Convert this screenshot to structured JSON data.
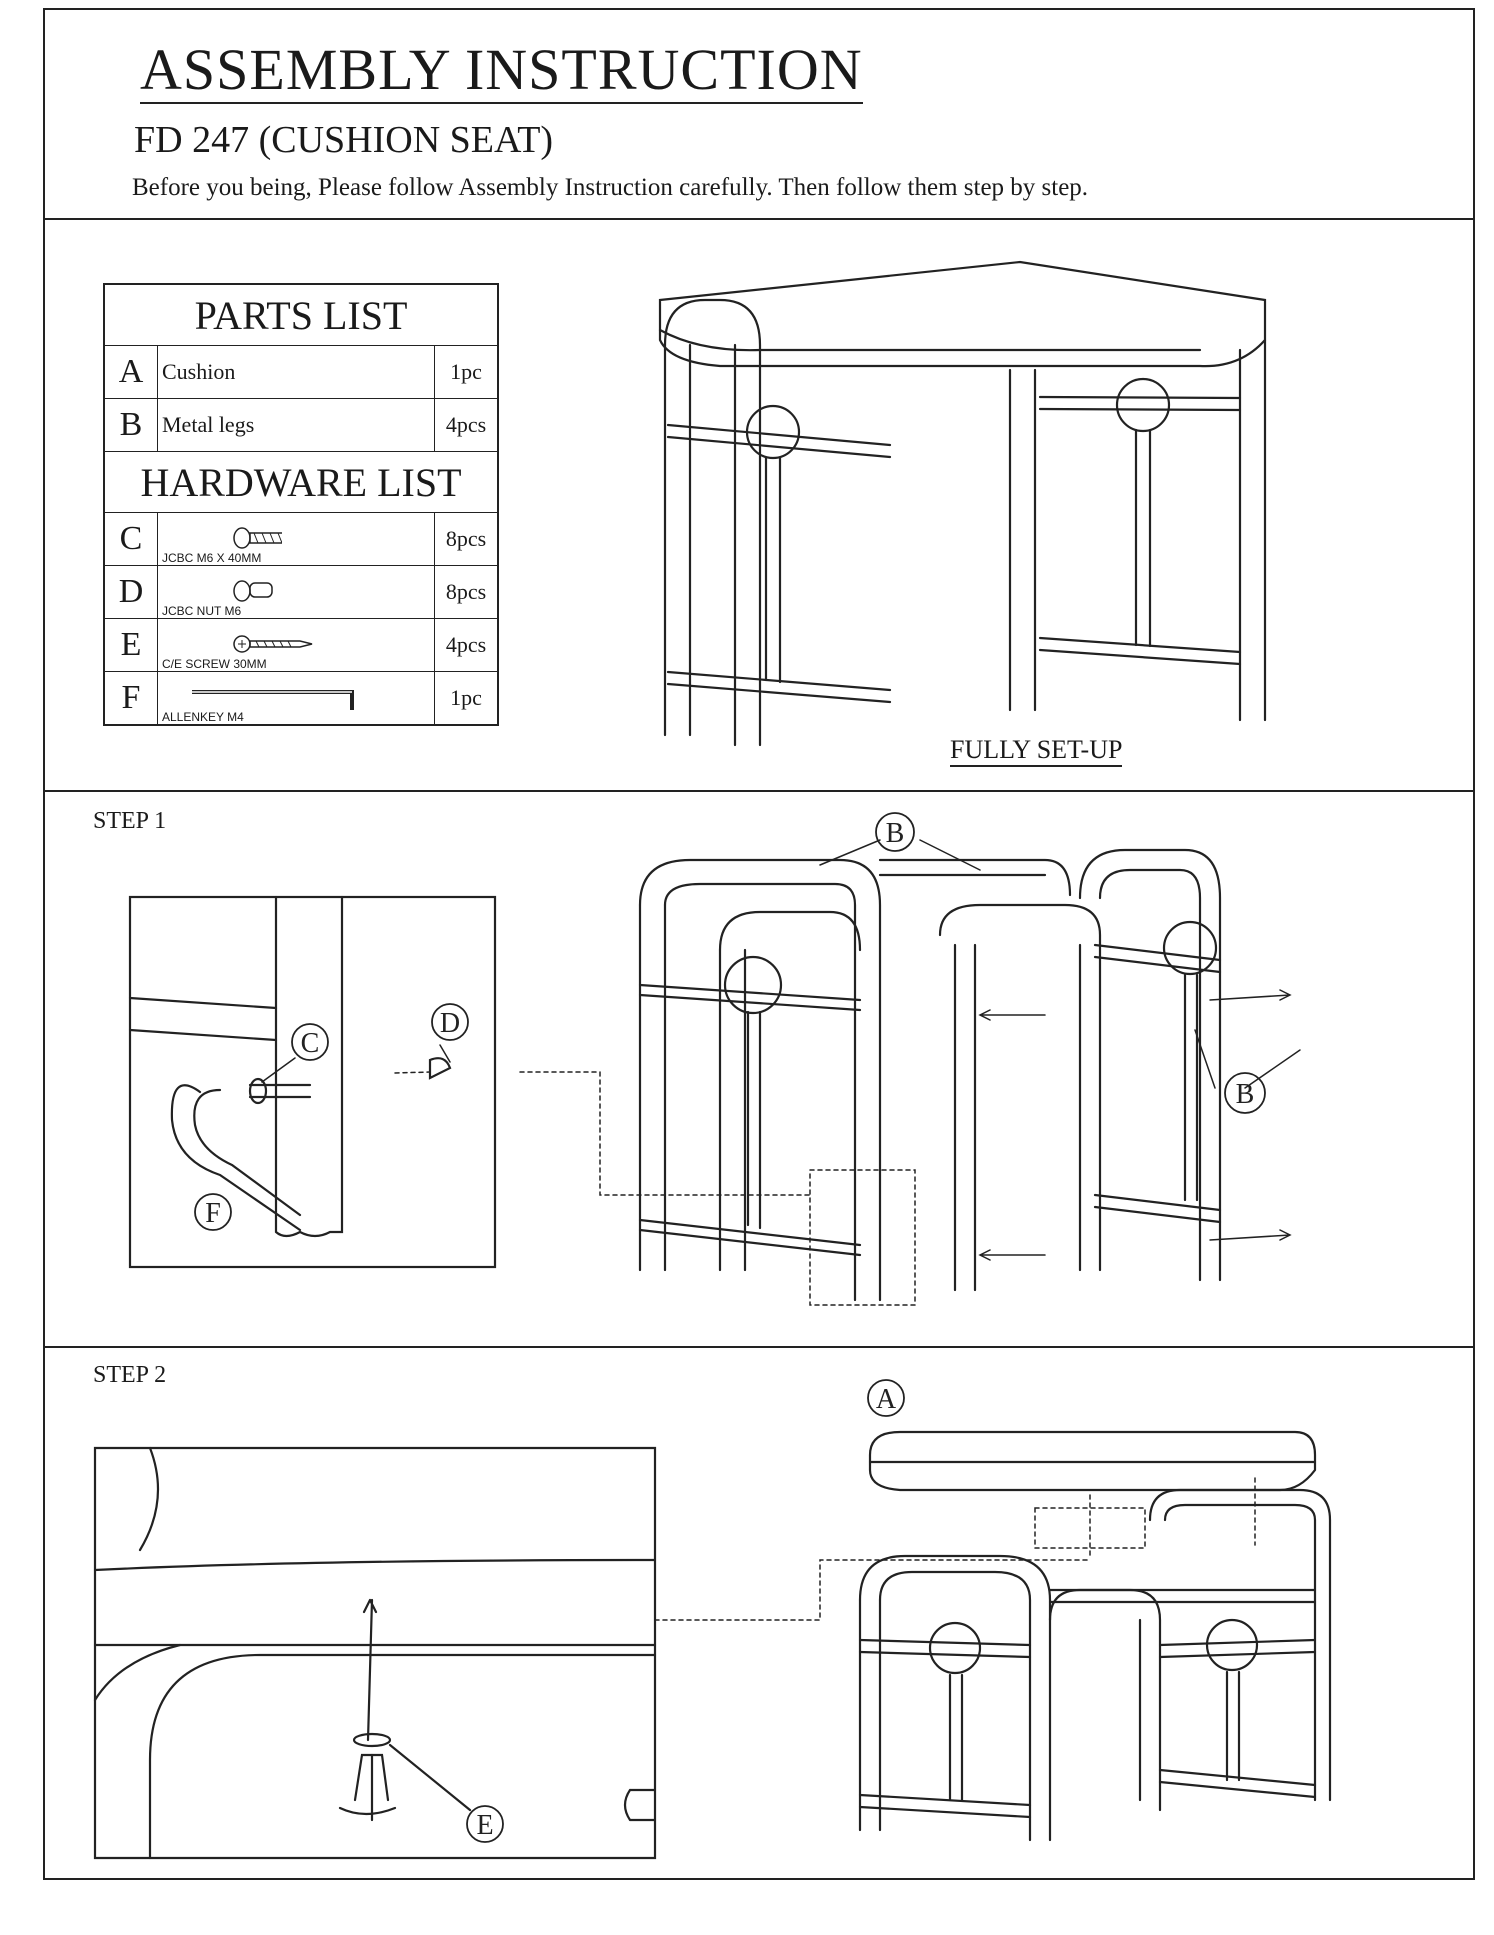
{
  "header": {
    "title": "ASSEMBLY INSTRUCTION",
    "subtitle": "FD 247 (CUSHION SEAT)",
    "intro": "Before you being, Please follow Assembly Instruction carefully. Then follow them step by step."
  },
  "parts_list": {
    "heading": "PARTS LIST",
    "items": [
      {
        "letter": "A",
        "name": "Cushion",
        "qty": "1pc"
      },
      {
        "letter": "B",
        "name": "Metal legs",
        "qty": "4pcs"
      }
    ]
  },
  "hardware_list": {
    "heading": "HARDWARE LIST",
    "items": [
      {
        "letter": "C",
        "name": "JCBC M6 X 40MM",
        "qty": "8pcs",
        "icon": "bolt-icon"
      },
      {
        "letter": "D",
        "name": "JCBC NUT M6",
        "qty": "8pcs",
        "icon": "nut-icon"
      },
      {
        "letter": "E",
        "name": "C/E SCREW 30MM",
        "qty": "4pcs",
        "icon": "screw-icon"
      },
      {
        "letter": "F",
        "name": "ALLENKEY M4",
        "qty": "1pc",
        "icon": "allen-key-icon"
      }
    ]
  },
  "illustrations": {
    "fully_set_up": "FULLY SET-UP",
    "step1": {
      "label": "STEP 1",
      "callouts": [
        "B",
        "C",
        "D",
        "F",
        "B"
      ]
    },
    "step2": {
      "label": "STEP 2",
      "callouts": [
        "A",
        "E"
      ]
    }
  }
}
